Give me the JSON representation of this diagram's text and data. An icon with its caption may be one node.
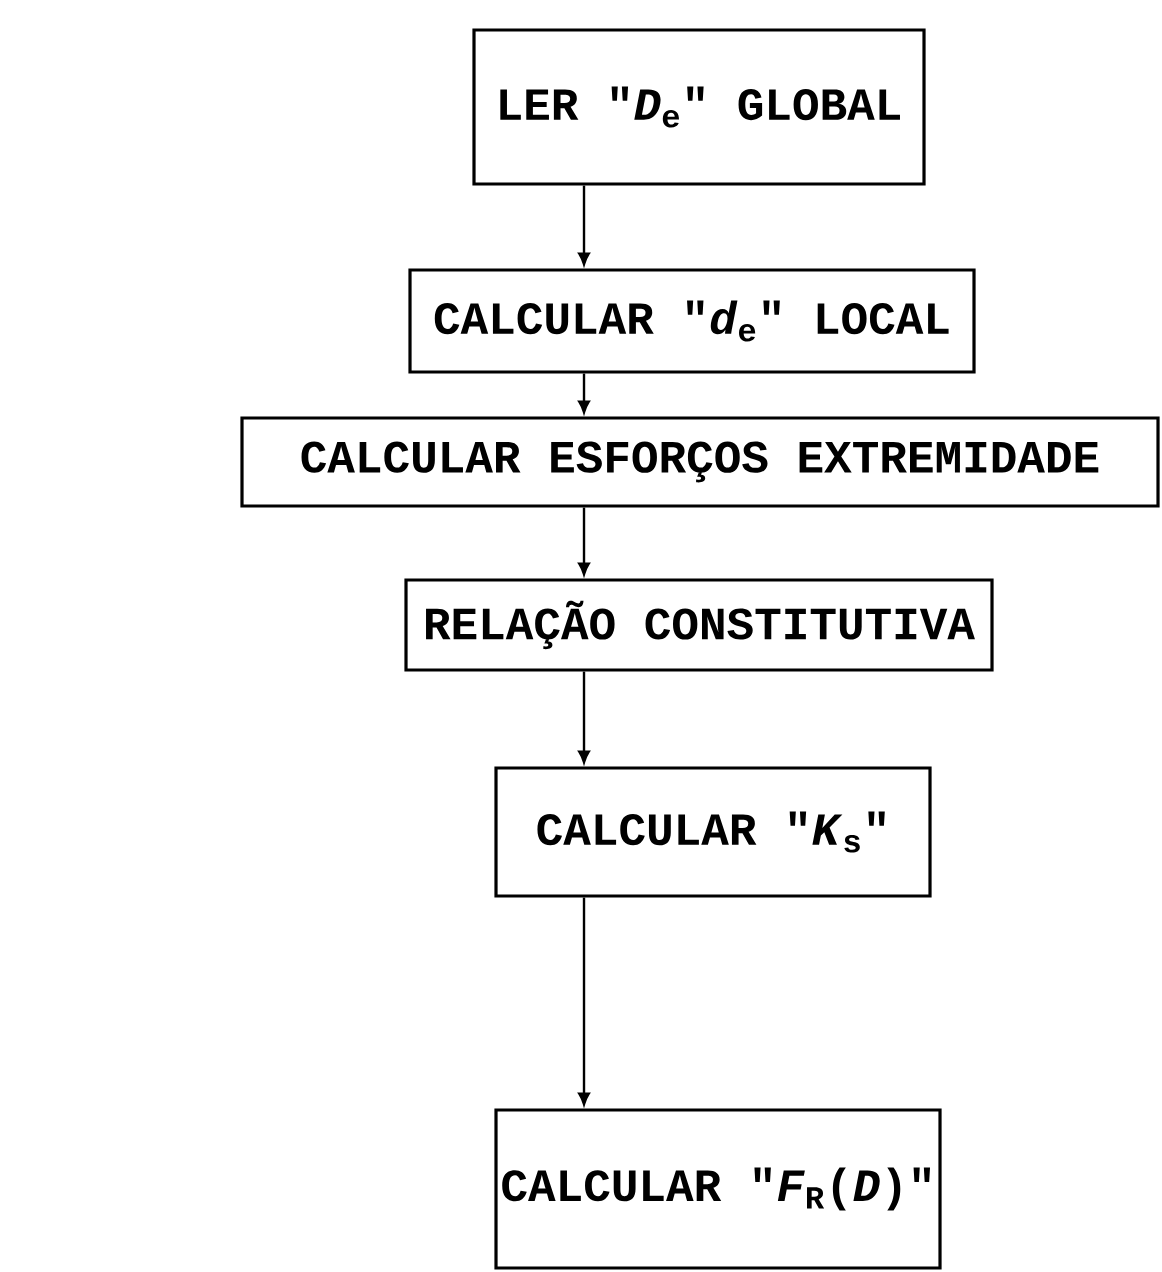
{
  "diagram": {
    "nodes": [
      {
        "text": [
          "LER \"*D*$_{e}$\" GLOBAL"
        ]
      },
      {
        "text": [
          "CALCULAR \"*d*$_{e}$\" LOCAL"
        ]
      },
      {
        "text": [
          "CALCULAR ESFORÇOS EXTREMIDADE"
        ]
      },
      {
        "text": [
          "RELAÇÃO CONSTITUTIVA"
        ]
      },
      {
        "text": [
          "CALCULAR \"*K*$_{s}$\""
        ]
      },
      {
        "text": [
          "CALCULAR \"*F*$_{R}$(*D*)\""
        ]
      }
    ],
    "edges": [
      {
        "from": 0,
        "to": 1,
        "arrow": "to"
      },
      {
        "from": 1,
        "to": 2,
        "arrow": "to"
      },
      {
        "from": 2,
        "to": 3,
        "arrow": "to"
      },
      {
        "from": 3,
        "to": 4,
        "arrow": "to"
      },
      {
        "from": 4,
        "to": 5,
        "arrow": "to"
      }
    ]
  }
}
